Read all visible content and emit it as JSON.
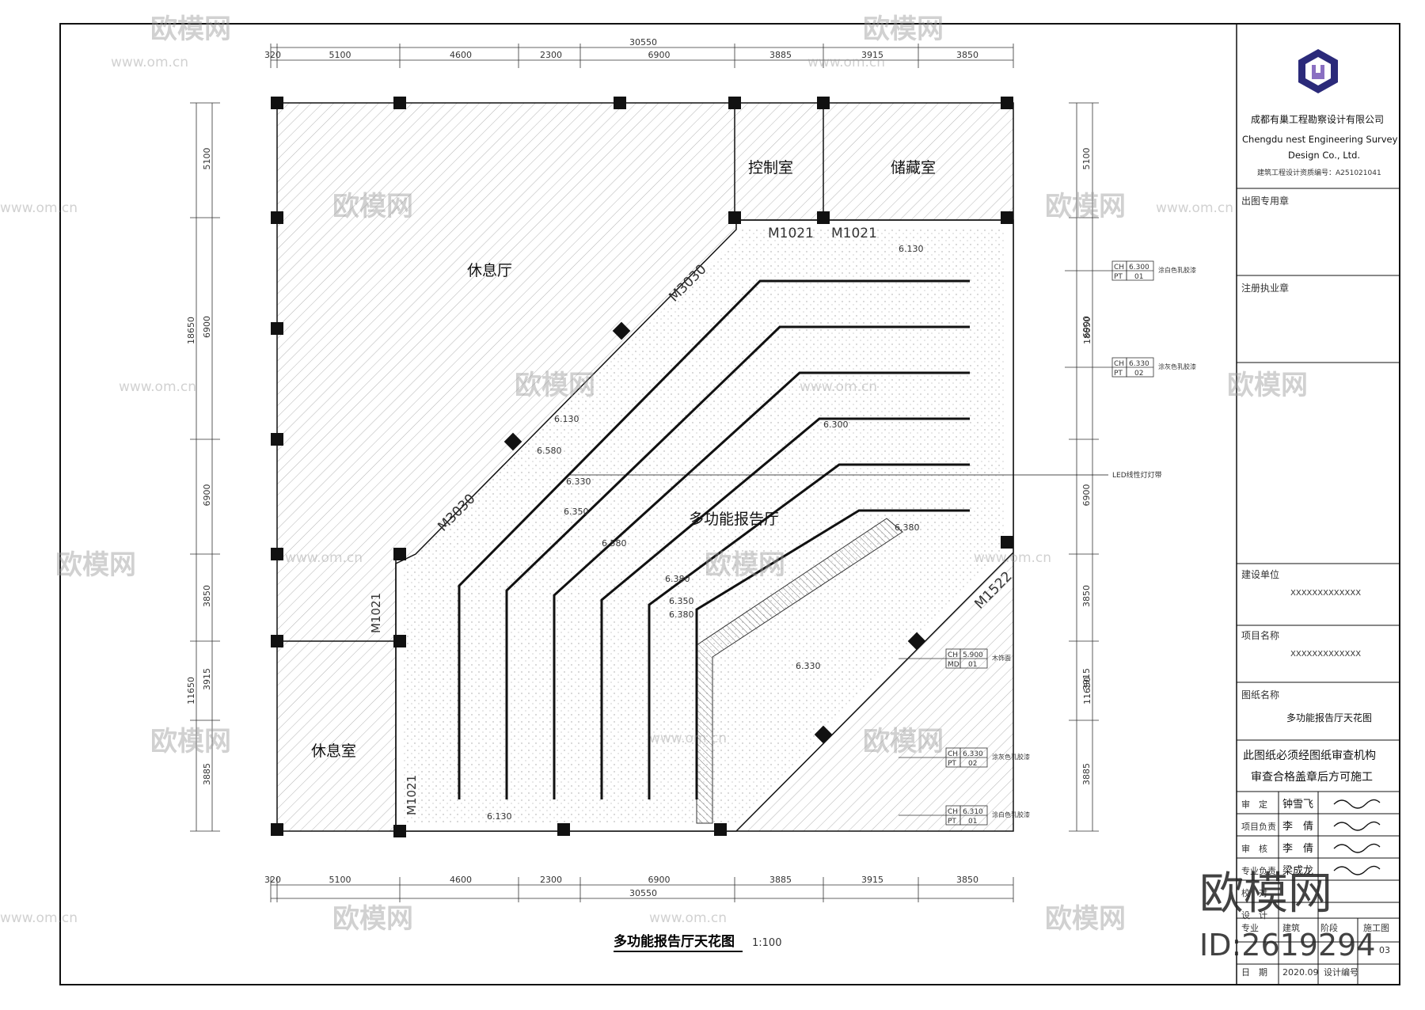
{
  "drawing": {
    "title": "多功能报告厅天花图",
    "scale": "1:100",
    "rooms": {
      "lounge_hall": "休息厅",
      "lounge_room": "休息室",
      "control_room": "控制室",
      "storage_room": "储藏室",
      "auditorium": "多功能报告厅"
    },
    "door_tags": [
      "M3030",
      "M3030",
      "M1522",
      "M1021",
      "M1021",
      "M1021",
      "M1021"
    ],
    "dims_top": [
      "320",
      "5100",
      "4600",
      "2300",
      "6900",
      "3885",
      "3915",
      "3850"
    ],
    "dims_top_total": "30550",
    "dims_bottom": [
      "320",
      "5100",
      "4600",
      "2300",
      "6900",
      "3885",
      "3915",
      "3850"
    ],
    "dims_bottom_total": "30550",
    "dims_left": [
      "5100",
      "6900",
      "6900",
      "3850",
      "3915",
      "3885"
    ],
    "dims_left_total": [
      "18650",
      "11650"
    ],
    "dims_right": [
      "5100",
      "6900",
      "6900",
      "3850",
      "3915",
      "3885"
    ],
    "dims_right_total": [
      "18650",
      "11650"
    ],
    "levels": [
      "6.130",
      "6.130",
      "6.580",
      "6.330",
      "6.350",
      "6.350",
      "6.580",
      "6.380",
      "6.380",
      "6.130",
      "6.330",
      "6.380",
      "6.300"
    ],
    "material_tags": [
      {
        "code1": "CH",
        "code2": "PT",
        "num1": "6.300",
        "num2": "01",
        "note": "涂白色乳胶漆"
      },
      {
        "code1": "CH",
        "code2": "PT",
        "num1": "6.330",
        "num2": "02",
        "note": "涂灰色乳胶漆"
      },
      {
        "code1": "CH",
        "code2": "MD",
        "num1": "5.900",
        "num2": "01",
        "note": "木饰面"
      },
      {
        "code1": "CH",
        "code2": "PT",
        "num1": "6.330",
        "num2": "02",
        "note": "涂灰色乳胶漆"
      },
      {
        "code1": "CH",
        "code2": "PT",
        "num1": "6.310",
        "num2": "01",
        "note": "涂白色乳胶漆"
      }
    ],
    "leader_note": "LED线性灯灯带"
  },
  "title_block": {
    "company_cn": "成都有巢工程勘察设计有限公司",
    "company_en_1": "Chengdu nest Engineering Survey",
    "company_en_2": "Design Co., Ltd.",
    "license": "建筑工程设计资质编号：A251021041",
    "stamp_label": "出图专用章",
    "registered_label": "注册执业章",
    "client_label": "建设单位",
    "client_value": "XXXXXXXXXXXXX",
    "project_label": "项目名称",
    "project_value": "XXXXXXXXXXXXX",
    "drawing_label": "图纸名称",
    "drawing_value": "多功能报告厅天花图",
    "notice_1": "此图纸必须经图纸审查机构",
    "notice_2": "审查合格盖章后方可施工",
    "roles": [
      {
        "role": "审　定",
        "name": "钟雪飞"
      },
      {
        "role": "项目负责",
        "name": "李　倩"
      },
      {
        "role": "审　核",
        "name": "李　倩"
      },
      {
        "role": "专业负责",
        "name": "梁成龙"
      },
      {
        "role": "校　对",
        "name": ""
      },
      {
        "role": "设　计",
        "name": ""
      }
    ],
    "bottom_row_1": {
      "label": "专业",
      "value": "建筑",
      "label2": "阶段",
      "value2": "施工图",
      "label3": "",
      "value3": ""
    },
    "bottom_row_2": {
      "label": "日　期",
      "value": "2020.09",
      "label2": "设计编号",
      "value2": ""
    },
    "sheet_no": "03"
  },
  "watermark": {
    "brand": "欧模网",
    "url": "www.om.cn",
    "big_brand": "欧模网",
    "id_text": "ID:2619294"
  },
  "colors": {
    "line": "#111111",
    "hatch": "#9a9a9a",
    "logo_blue": "#2b2a7a",
    "logo_purple": "#8a6fc2"
  }
}
